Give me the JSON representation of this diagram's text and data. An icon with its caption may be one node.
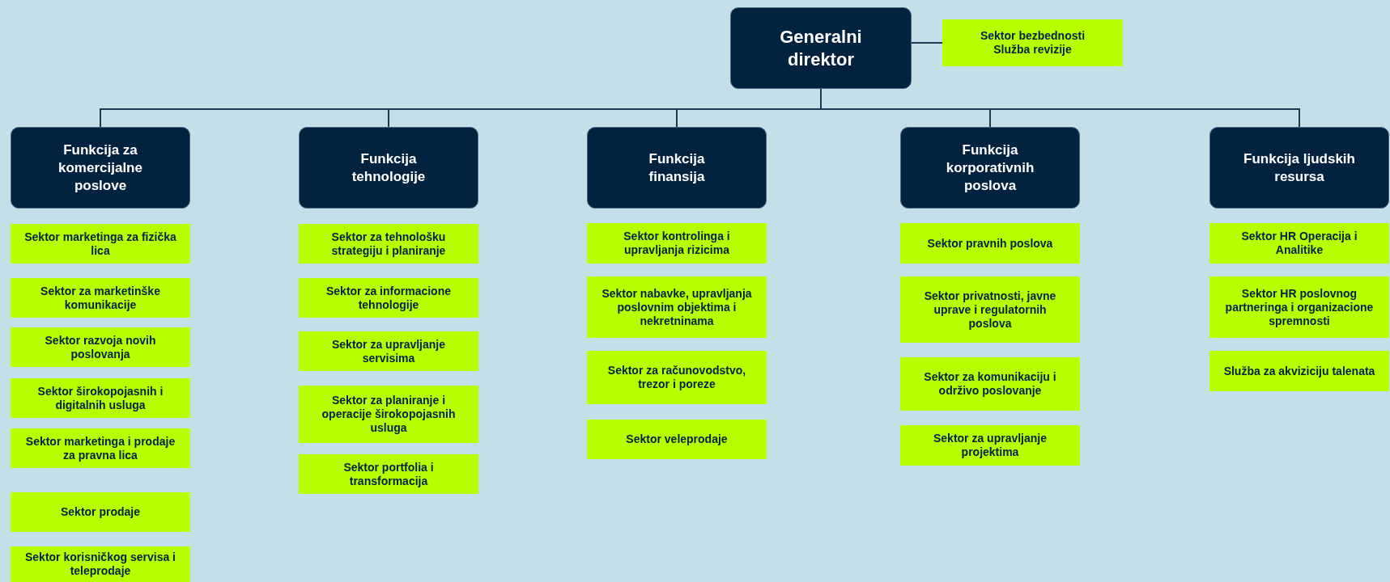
{
  "diagram": {
    "nodes": [
      {
        "text": [
          "Generalni direktor"
        ]
      },
      {
        "text": [
          "Sektor bezbednosti",
          "Služba revizije"
        ]
      },
      {
        "text": [
          "Funkcija za komercijalne poslove"
        ]
      },
      {
        "text": [
          "Funkcija tehnologije"
        ]
      },
      {
        "text": [
          "Funkcija finansija"
        ]
      },
      {
        "text": [
          "Funkcija korporativnih poslova"
        ]
      },
      {
        "text": [
          "Funkcija ljudskih resursa"
        ]
      },
      {
        "text": [
          "Sektor marketinga za fizička lica"
        ]
      },
      {
        "text": [
          "Sektor za marketinške komunikacije"
        ]
      },
      {
        "text": [
          "Sektor razvoja novih poslovanja"
        ]
      },
      {
        "text": [
          "Sektor širokopojasnih i digitalnih usluga"
        ]
      },
      {
        "text": [
          "Sektor marketinga i prodaje za pravna lica"
        ]
      },
      {
        "text": [
          "Sektor prodaje"
        ]
      },
      {
        "text": [
          "Sektor korisničkog servisa i teleprodaje"
        ]
      },
      {
        "text": [
          "Sektor za tehnološku strategiju i planiranje"
        ]
      },
      {
        "text": [
          "Sektor za informacione tehnologije"
        ]
      },
      {
        "text": [
          "Sektor za upravljanje servisima"
        ]
      },
      {
        "text": [
          "Sektor za planiranje i operacije širokopojasnih usluga"
        ]
      },
      {
        "text": [
          "Sektor portfolia i transformacija"
        ]
      },
      {
        "text": [
          "Sektor kontrolinga i upravljanja rizicima"
        ]
      },
      {
        "text": [
          "Sektor nabavke, upravljanja poslovnim objektima i nekretninama"
        ]
      },
      {
        "text": [
          "Sektor za računovodstvo, trezor i poreze"
        ]
      },
      {
        "text": [
          "Sektor veleprodaje"
        ]
      },
      {
        "text": [
          "Sektor pravnih poslova"
        ]
      },
      {
        "text": [
          "Sektor privatnosti, javne uprave i regulatornih poslova"
        ]
      },
      {
        "text": [
          "Sektor za komunikaciju i održivo poslovanje"
        ]
      },
      {
        "text": [
          "Sektor za upravljanje projektima"
        ]
      },
      {
        "text": [
          "Sektor HR Operacija i Analitike"
        ]
      },
      {
        "text": [
          "Sektor HR poslovnog partneringa i organizacione spremnosti"
        ]
      },
      {
        "text": [
          "Služba za akviziciju talenata"
        ]
      }
    ],
    "edges": [
      {
        "from": 0,
        "to": 1,
        "arrow": "none"
      },
      {
        "from": 0,
        "to": 2,
        "arrow": "none"
      },
      {
        "from": 0,
        "to": 3,
        "arrow": "none"
      },
      {
        "from": 0,
        "to": 4,
        "arrow": "none"
      },
      {
        "from": 0,
        "to": 5,
        "arrow": "none"
      },
      {
        "from": 0,
        "to": 6,
        "arrow": "none"
      }
    ]
  }
}
